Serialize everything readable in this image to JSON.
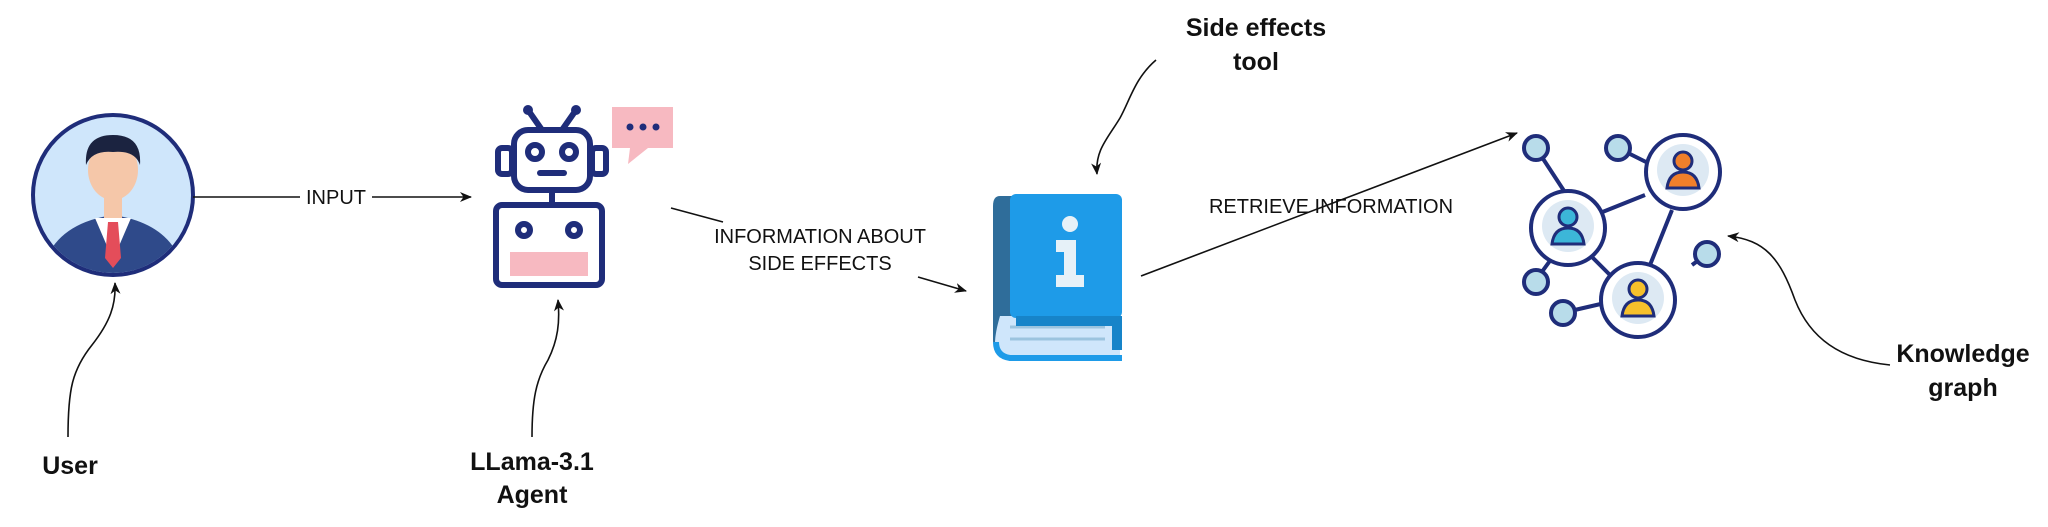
{
  "nodes": {
    "user": "User",
    "agent": [
      "LLama-3.1",
      "Agent"
    ],
    "tool": [
      "Side effects",
      "tool"
    ],
    "kg": [
      "Knowledge",
      "graph"
    ]
  },
  "edges": {
    "input": "INPUT",
    "info": [
      "INFORMATION ABOUT",
      "SIDE EFFECTS"
    ],
    "retrieve": "RETRIEVE INFORMATION"
  },
  "colors": {
    "outline": "#1f2d7a",
    "user_bg": "#cfe6fb",
    "chat_bubble": "#f7b9c1",
    "book": "#1e9be8",
    "kg_orange": "#f07f2b",
    "kg_blue": "#3cb6d8",
    "kg_yellow": "#f6c02b"
  }
}
